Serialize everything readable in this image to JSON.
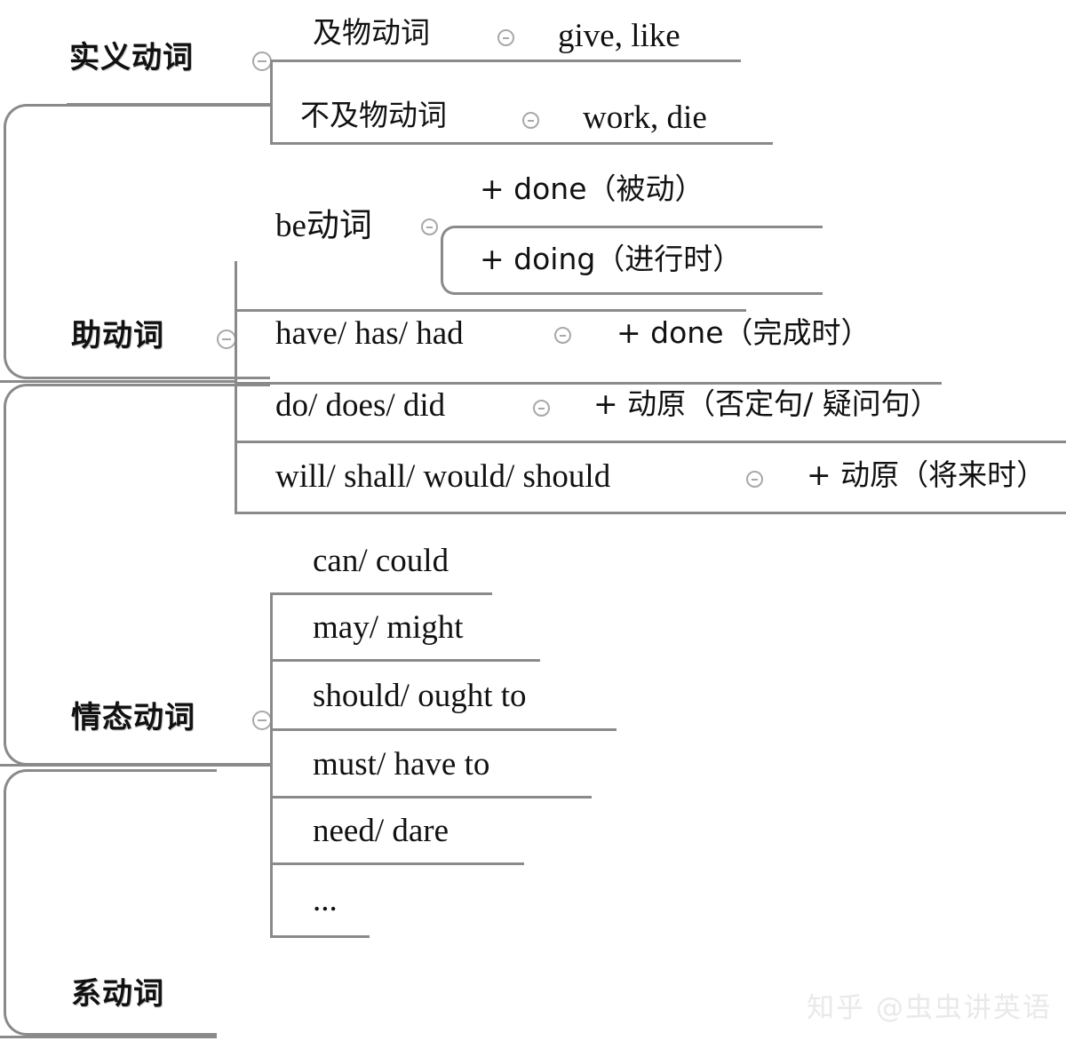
{
  "diagram": {
    "type": "mind-map",
    "title_note": "English verb classification mind map",
    "branches": [
      {
        "id": "notional-verb",
        "label": "实义动词",
        "collapse_icon": "collapse-minus-icon",
        "children": [
          {
            "label": "及物动词",
            "collapse_icon": "collapse-minus-icon",
            "children": [
              {
                "label": "give, like"
              }
            ]
          },
          {
            "label": "不及物动词",
            "collapse_icon": "collapse-minus-icon",
            "children": [
              {
                "label": "work, die"
              }
            ]
          }
        ]
      },
      {
        "id": "auxiliary-verb",
        "label": "助动词",
        "collapse_icon": "collapse-minus-icon",
        "children": [
          {
            "label": "be动词",
            "collapse_icon": "collapse-minus-icon",
            "children": [
              {
                "label": "+ done（被动）"
              },
              {
                "label": "+ doing（进行时）"
              }
            ]
          },
          {
            "label": "have/ has/ had",
            "collapse_icon": "collapse-minus-icon",
            "children": [
              {
                "label": "+ done（完成时）"
              }
            ]
          },
          {
            "label": "do/ does/ did",
            "collapse_icon": "collapse-minus-icon",
            "children": [
              {
                "label": "+ 动原（否定句/ 疑问句）"
              }
            ]
          },
          {
            "label": "will/ shall/ would/ should",
            "collapse_icon": "collapse-minus-icon",
            "children": [
              {
                "label": "+ 动原（将来时）"
              }
            ]
          }
        ]
      },
      {
        "id": "modal-verb",
        "label": "情态动词",
        "collapse_icon": "collapse-minus-icon",
        "children": [
          {
            "label": "can/ could"
          },
          {
            "label": "may/ might"
          },
          {
            "label": "should/ ought to"
          },
          {
            "label": "must/ have to"
          },
          {
            "label": "need/ dare"
          },
          {
            "label": "..."
          }
        ]
      },
      {
        "id": "linking-verb",
        "label": "系动词",
        "children": []
      }
    ]
  },
  "watermark": {
    "text": "知乎 @虫虫讲英语"
  },
  "colors": {
    "line": "#8a8a8a",
    "text": "#111111",
    "icon": "#a8a8a8",
    "watermark": "#e9e9e9",
    "background": "#ffffff"
  }
}
